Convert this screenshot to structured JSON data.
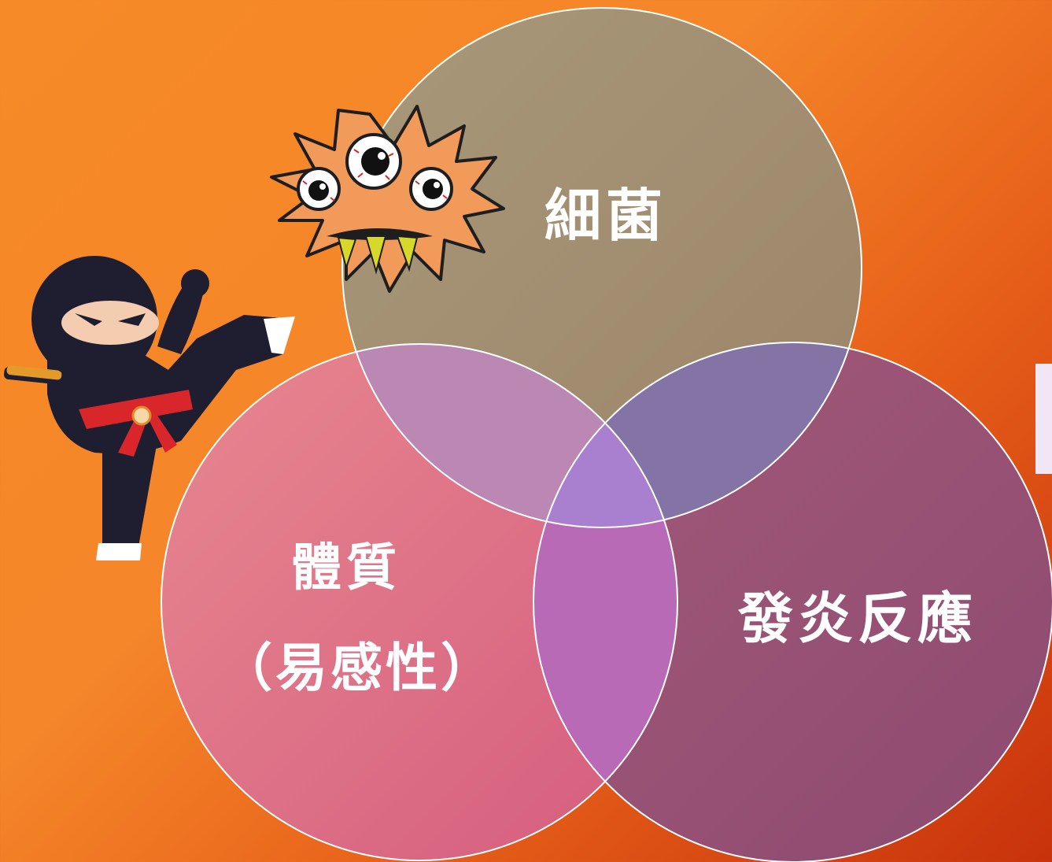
{
  "venn": {
    "top_label": "細菌",
    "left_label_line1": "體質",
    "left_label_line2": "（易感性）",
    "right_label": "發炎反應"
  },
  "colors": {
    "background_start": "#f68a26",
    "background_end": "#c8320c",
    "circle_top": "#a69470",
    "circle_left": "#e07c8a",
    "circle_right": "#9a5a78",
    "overlap_center": "#a97fcf",
    "ninja": "#1e1e30",
    "belt": "#d9262a",
    "monster": "#f29a5a"
  },
  "icons": [
    "ninja-icon",
    "bacteria-monster-icon"
  ]
}
